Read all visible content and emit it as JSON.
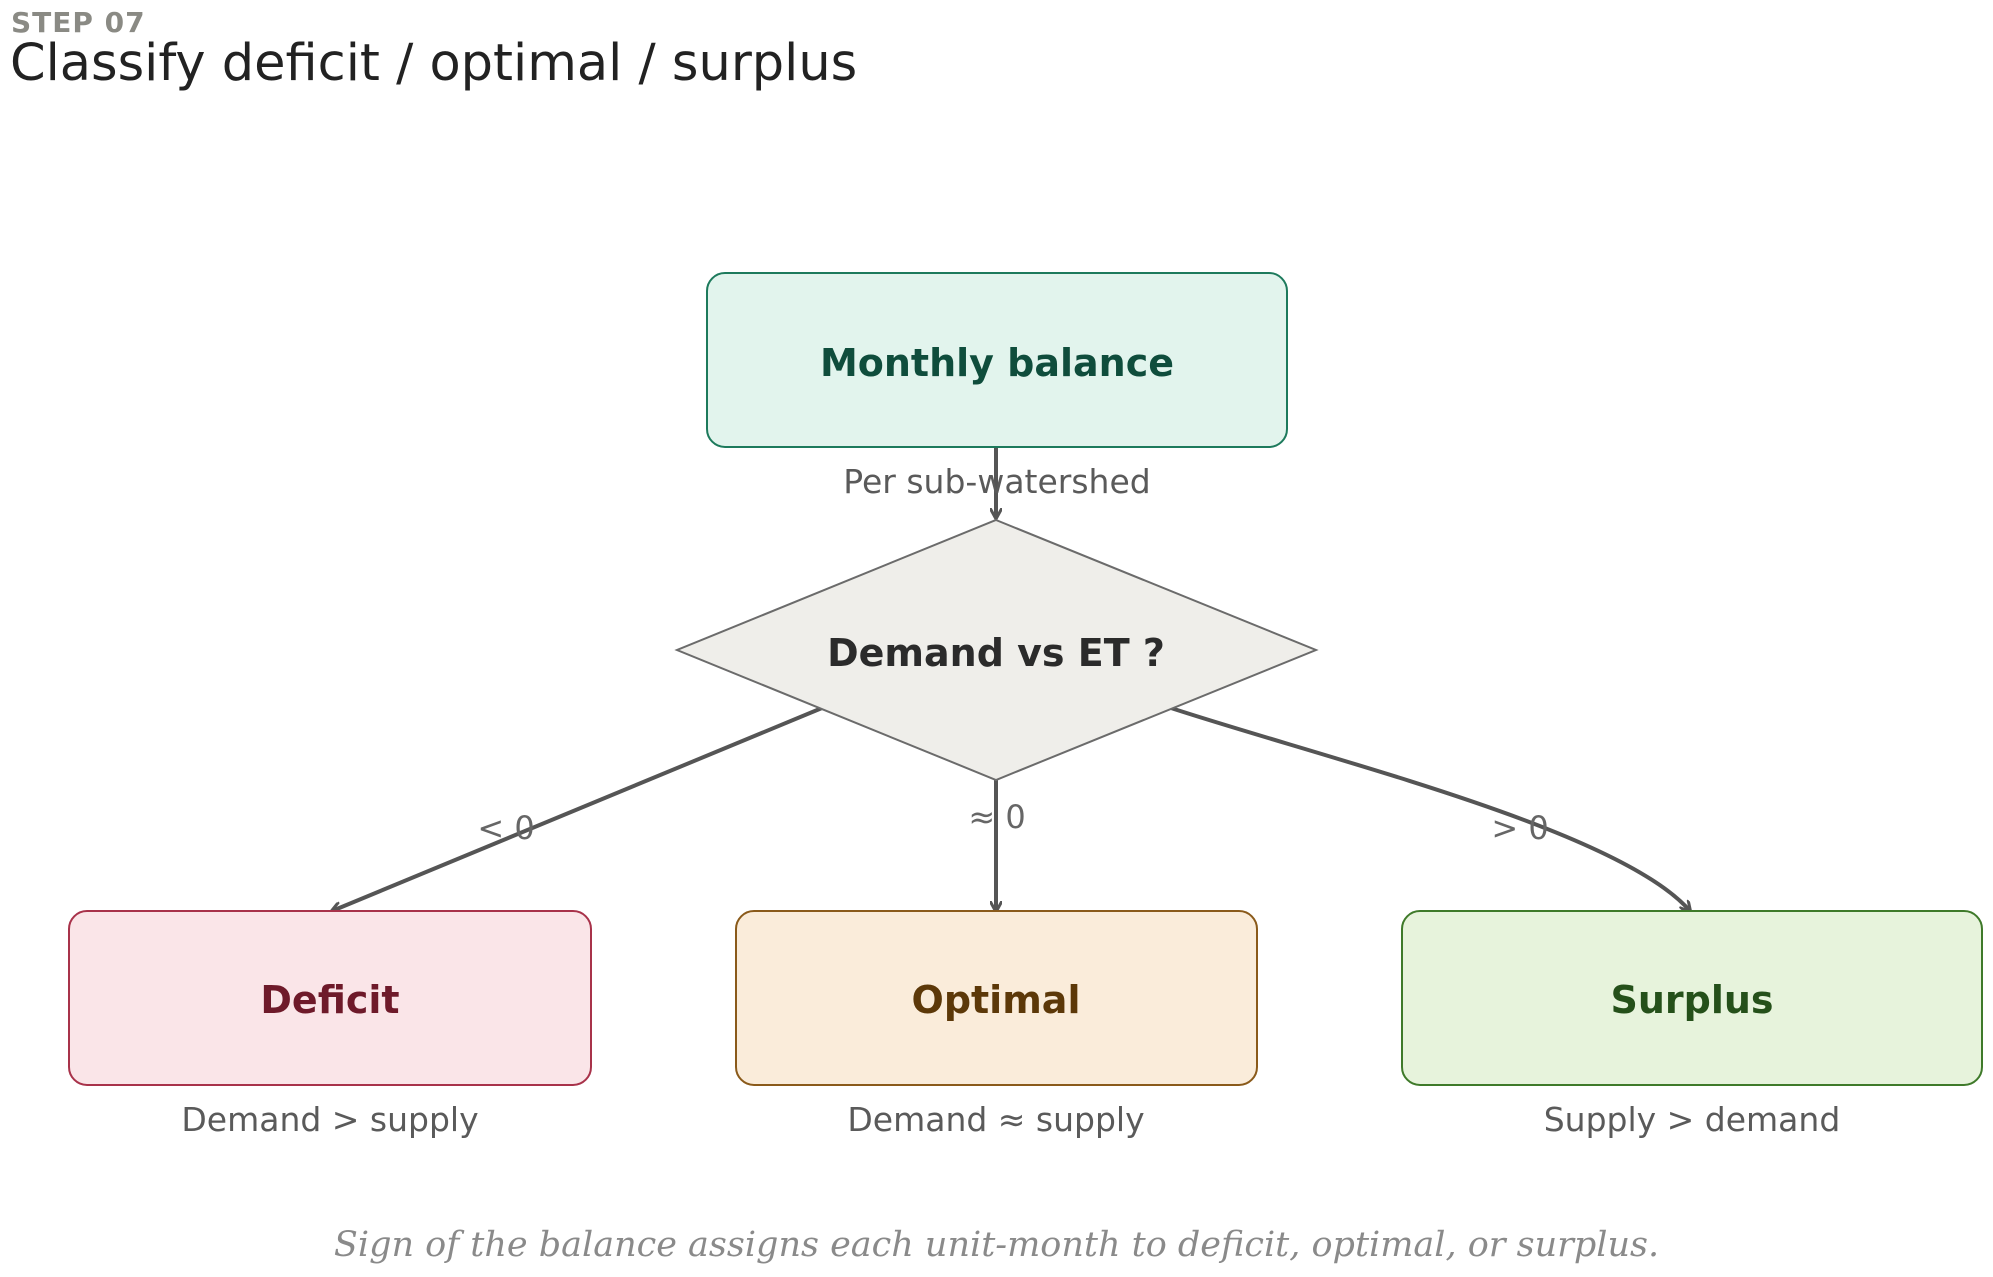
{
  "header": {
    "step": "STEP 07",
    "title": "Classify deficit / optimal / surplus"
  },
  "nodes": {
    "start": {
      "label": "Monthly balance",
      "sublabel": "Per sub-watershed"
    },
    "decision": {
      "label": "Demand vs ET ?"
    },
    "deficit": {
      "label": "Deficit",
      "sublabel": "Demand > supply"
    },
    "optimal": {
      "label": "Optimal",
      "sublabel": "Demand ≈ supply"
    },
    "surplus": {
      "label": "Surplus",
      "sublabel": "Supply > demand"
    }
  },
  "edges": {
    "deficit": "< 0",
    "optimal": "≈ 0",
    "surplus": "> 0"
  },
  "caption": "Sign of the balance assigns each unit-month to deficit, optimal, or surplus.",
  "colors": {
    "start_fill": "#e2f4ed",
    "start_stroke": "#1d7a5c",
    "start_text": "#0f4d3c",
    "decision_fill": "#efeeea",
    "decision_stroke": "#6b6b6b",
    "decision_text": "#2b2b2b",
    "deficit_fill": "#fae5e8",
    "deficit_stroke": "#a8324a",
    "deficit_text": "#6e1a2a",
    "optimal_fill": "#faecda",
    "optimal_stroke": "#8a5a1a",
    "optimal_text": "#5c3808",
    "surplus_fill": "#e7f3dc",
    "surplus_stroke": "#3f7a2a",
    "surplus_text": "#25501a",
    "edge": "#555555"
  }
}
